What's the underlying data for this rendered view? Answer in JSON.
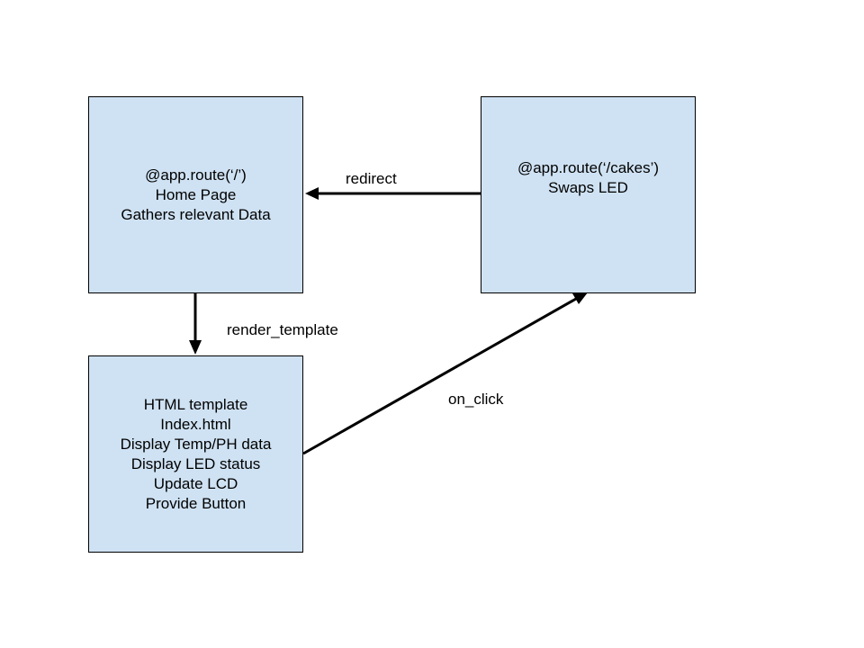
{
  "colors": {
    "box_fill": "#cfe2f3",
    "box_border": "#000000",
    "arrow": "#000000",
    "text": "#000000"
  },
  "nodes": {
    "home": {
      "lines": [
        "@app.route(‘/’)",
        "Home Page",
        "Gathers relevant Data"
      ]
    },
    "cakes": {
      "lines": [
        "@app.route(‘/cakes’)",
        "Swaps LED"
      ]
    },
    "template": {
      "lines": [
        "HTML template",
        "Index.html",
        "Display Temp/PH data",
        "Display LED status",
        "Update LCD",
        "Provide Button"
      ]
    }
  },
  "edges": {
    "redirect": {
      "label": "redirect",
      "from": "cakes",
      "to": "home"
    },
    "render_template": {
      "label": "render_template",
      "from": "home",
      "to": "template"
    },
    "on_click": {
      "label": "on_click",
      "from": "template",
      "to": "cakes"
    }
  }
}
